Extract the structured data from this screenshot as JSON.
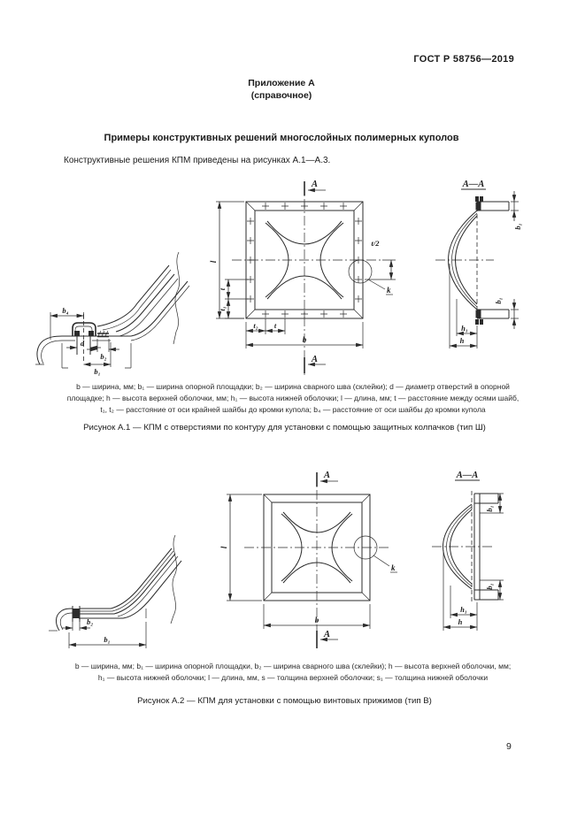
{
  "page": {
    "header": "ГОСТ Р 58756—2019",
    "appendix_line1": "Приложение А",
    "appendix_line2": "(справочное)",
    "title": "Примеры конструктивных решений многослойных полимерных куполов",
    "intro": "Конструктивные решения КПМ приведены на рисунках А.1—А.3.",
    "page_number": "9"
  },
  "labels": {
    "section_marker": "А",
    "section_view": "А—А",
    "b": "b",
    "b1": "b₁",
    "b2": "b₂",
    "b4": "b₄",
    "d": "d",
    "l": "l",
    "t": "t",
    "t1": "t₁",
    "t2": "t₂",
    "t_half": "t/2",
    "h": "h",
    "h1": "h₁",
    "k": "k"
  },
  "figure_a1": {
    "legend_lines": [
      "b — ширина, мм; b₁ — ширина опорной площадки; b₂ — ширина сварного шва (склейки); d — диаметр отверстий в опорной",
      "площадке; h — высота верхней оболочки, мм; h₁ — высота нижней оболочки; l — длина, мм; t — расстояние между осями шайб,",
      "t₁, t₂ — расстояние от оси крайней шайбы до кромки купола; b₄ — расстояние от оси шайбы до кромки купола"
    ],
    "caption": "Рисунок А.1 — КПМ с отверстиями по контуру для установки с помощью защитных колпачков (тип Ш)"
  },
  "figure_a2": {
    "legend_lines": [
      "b — ширина, мм; b₁ — ширина опорной площадки, b₂ — ширина сварного шва (склейки); h — высота верхней оболочки, мм;",
      "h₁ — высота нижней оболочки; l — длина, мм, s — толщина верхней оболочки; s₁ — толщина нижней оболочки"
    ],
    "caption": "Рисунок А.2 — КПМ для установки с помощью винтовых прижимов (тип В)"
  }
}
